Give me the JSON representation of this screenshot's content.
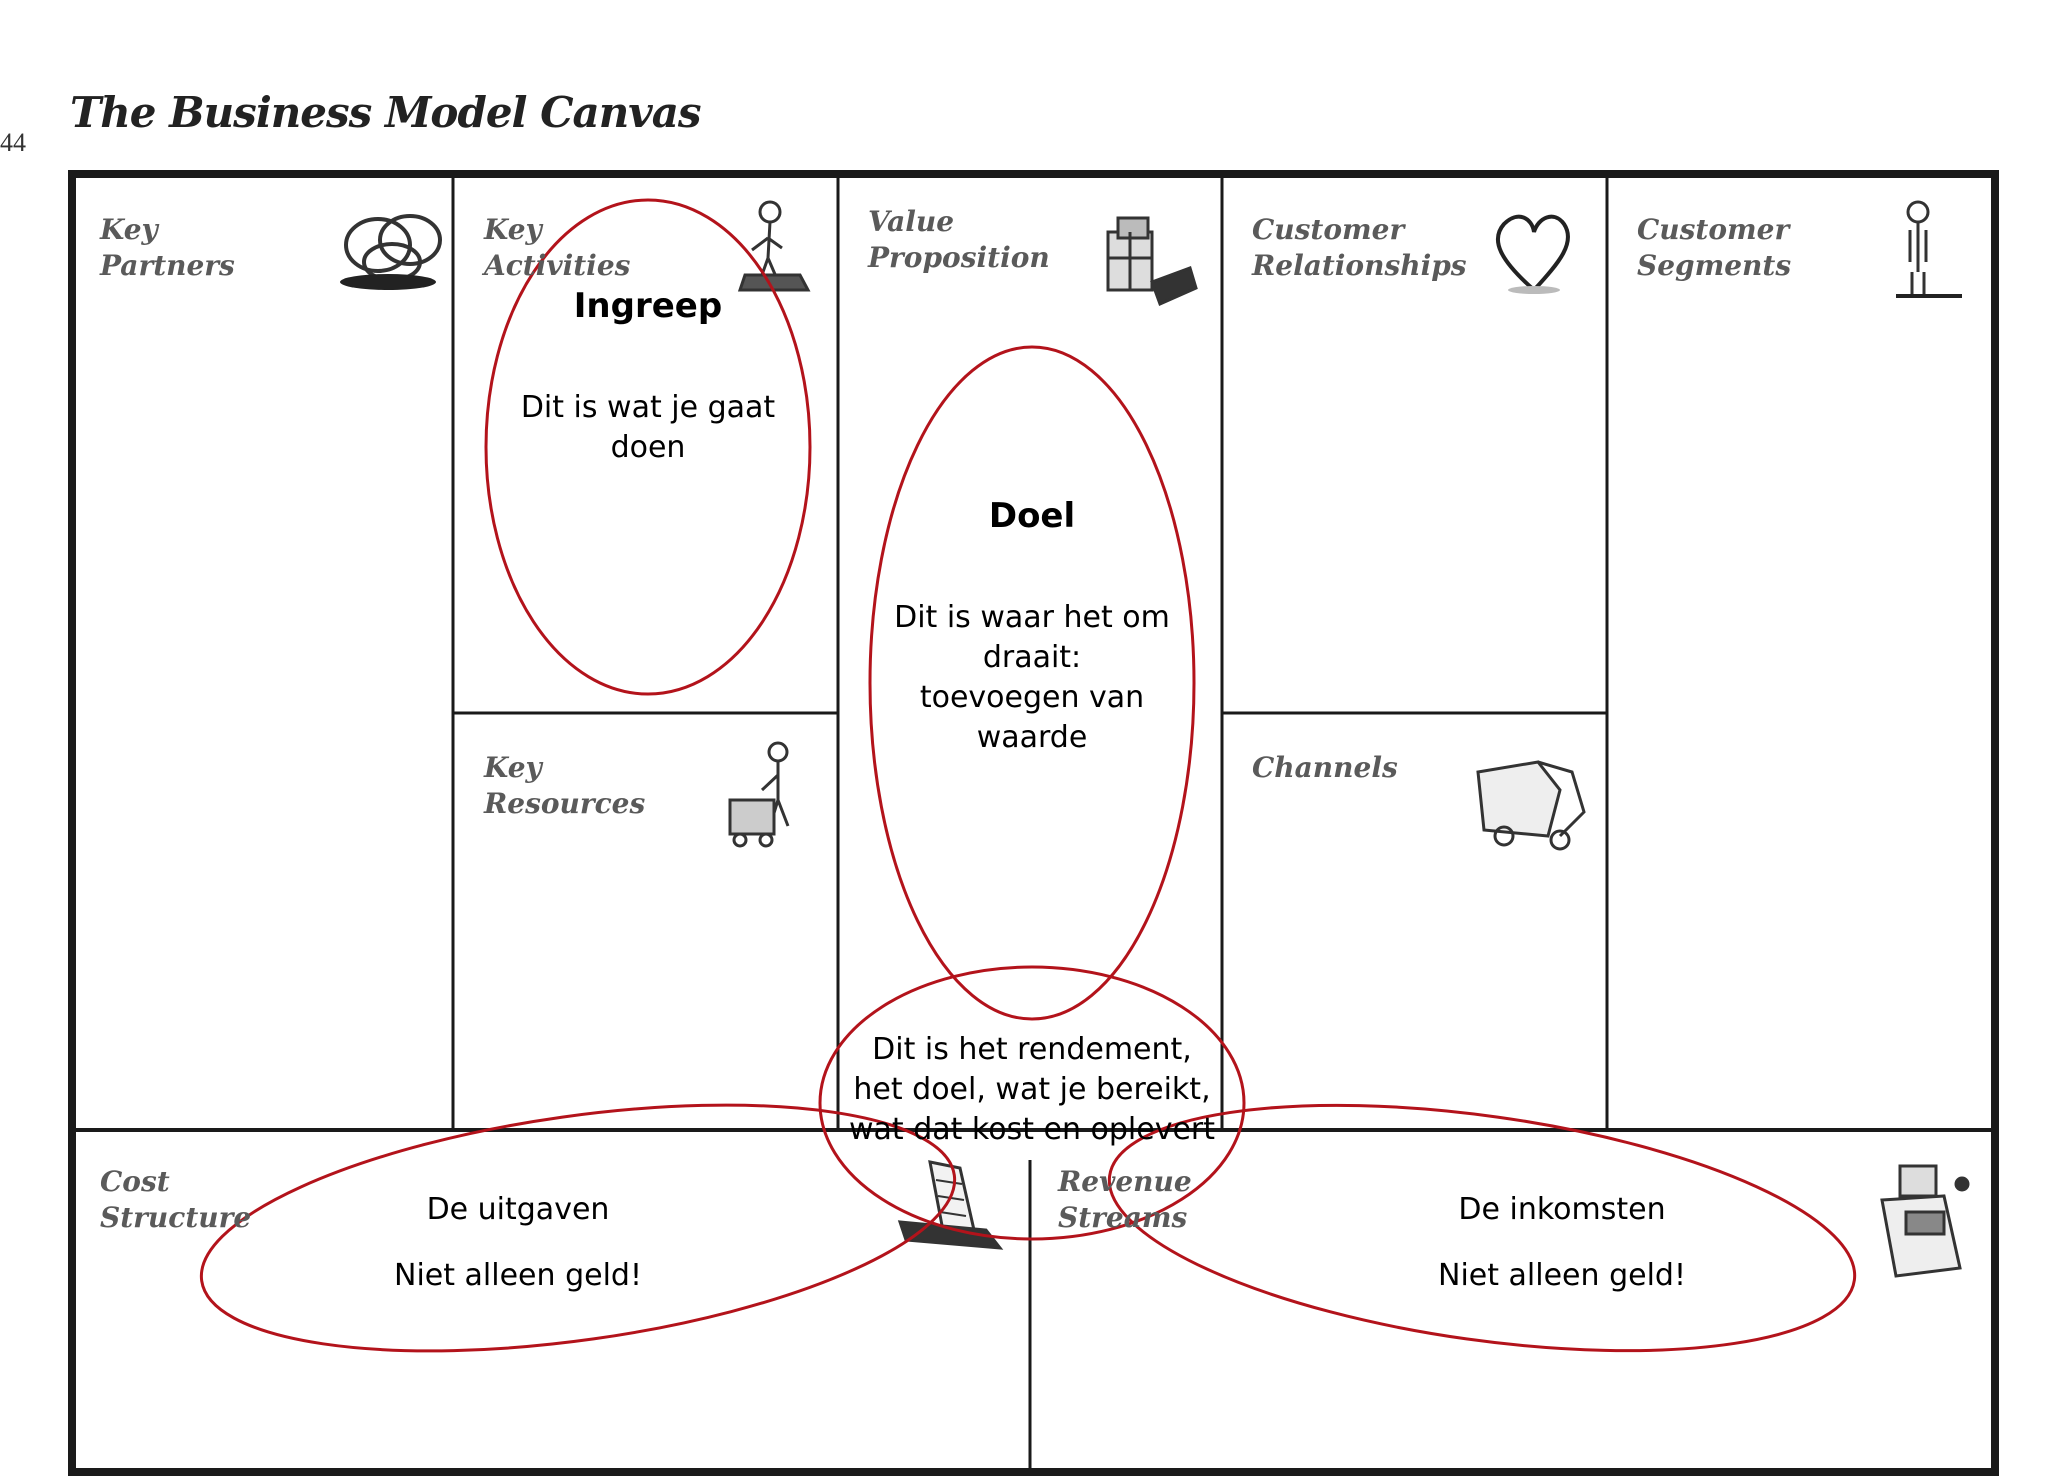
{
  "page_number": "44",
  "title": "The Business Model Canvas",
  "blocks": {
    "key_partners": "Key\nPartners",
    "key_activities": "Key\nActivities",
    "value_proposition": "Value\nProposition",
    "customer_relationships": "Customer\nRelationships",
    "customer_segments": "Customer\nSegments",
    "key_resources": "Key\nResources",
    "channels": "Channels",
    "cost_structure": "Cost\nStructure",
    "revenue_streams": "Revenue\nStreams"
  },
  "icons": {
    "key_partners": "linked-rings-icon",
    "key_activities": "worker-icon",
    "value_proposition": "gift-package-icon",
    "customer_relationships": "heart-icon",
    "customer_segments": "person-icon",
    "key_resources": "worker-with-cart-icon",
    "channels": "truck-icon",
    "cost_structure": "receipt-icon",
    "revenue_streams": "cash-register-icon"
  },
  "annotations": {
    "ingreep": {
      "title": "Ingreep",
      "body": "Dit is wat je gaat\ndoen"
    },
    "doel": {
      "title": "Doel",
      "body": "Dit is waar het om\ndraait:\ntoevoegen van\nwaarde"
    },
    "rendement": {
      "body": "Dit is het rendement,\nhet doel, wat je bereikt,\nwat dat kost en oplevert"
    },
    "uitgaven": {
      "line1": "De uitgaven",
      "line2": "Niet alleen geld!"
    },
    "inkomsten": {
      "line1": "De inkomsten",
      "line2": "Niet alleen geld!"
    }
  },
  "colors": {
    "annotation_ellipse": "#b3131b",
    "grid_line": "#1a1a1a",
    "label_text": "#5a5a5a"
  }
}
